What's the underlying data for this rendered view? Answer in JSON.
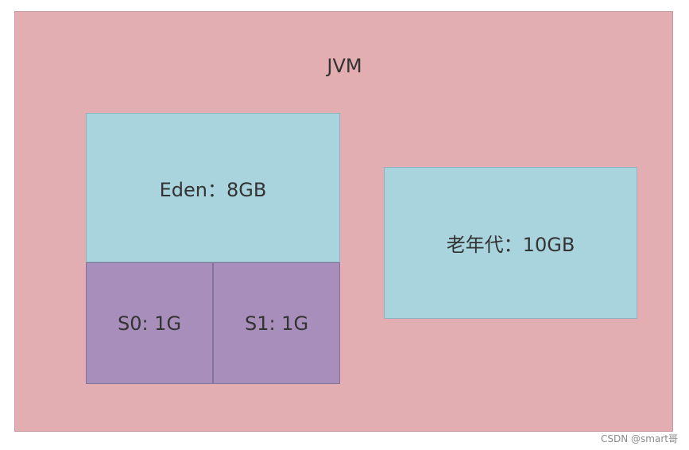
{
  "jvm": {
    "title": "JVM"
  },
  "regions": {
    "eden": "Eden：8GB",
    "s0": "S0: 1G",
    "s1": "S1: 1G",
    "old_gen": "老年代：10GB"
  },
  "watermark": "CSDN @smart哥",
  "colors": {
    "jvm_background": "#e3aeb1",
    "young_and_old_gen": "#a9d4de",
    "survivor": "#a88fbb"
  }
}
